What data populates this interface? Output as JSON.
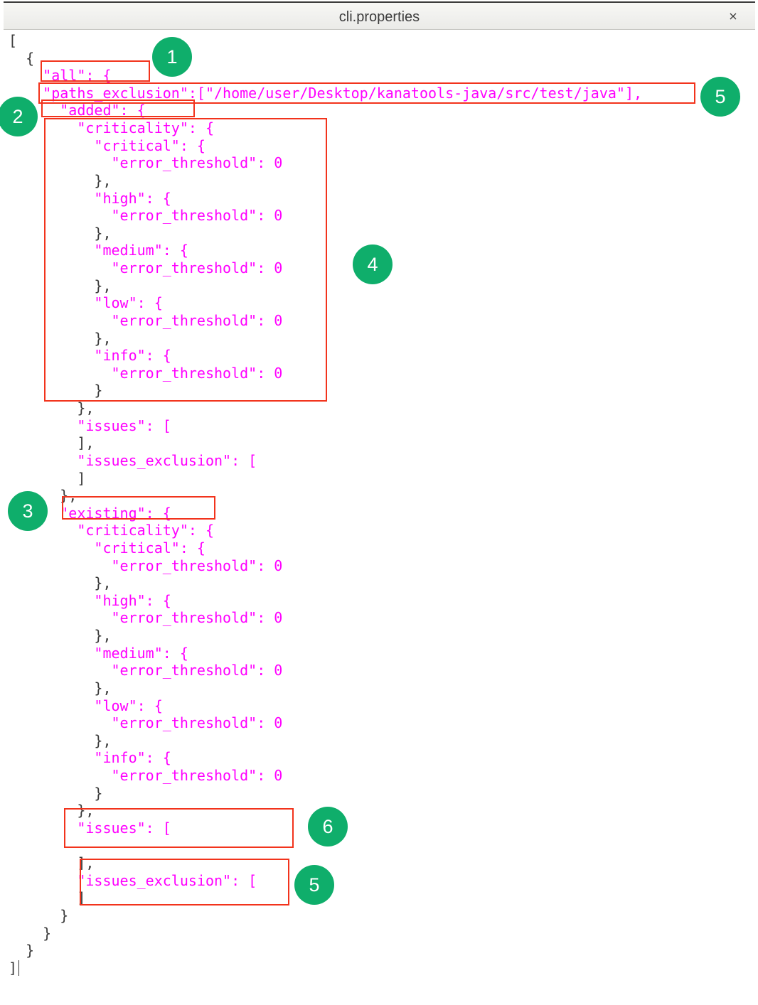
{
  "window": {
    "title": "cli.properties",
    "close_glyph": "×"
  },
  "code_lines": [
    "[",
    "  {",
    "    \"all\": {",
    "    \"paths_exclusion\":[\"/home/user/Desktop/kanatools-java/src/test/java\"],",
    "      \"added\": {",
    "        \"criticality\": {",
    "          \"critical\": {",
    "            \"error_threshold\": 0",
    "          },",
    "          \"high\": {",
    "            \"error_threshold\": 0",
    "          },",
    "          \"medium\": {",
    "            \"error_threshold\": 0",
    "          },",
    "          \"low\": {",
    "            \"error_threshold\": 0",
    "          },",
    "          \"info\": {",
    "            \"error_threshold\": 0",
    "          }",
    "        },",
    "        \"issues\": [",
    "        ],",
    "        \"issues_exclusion\": [",
    "        ]",
    "      },",
    "      \"existing\": {",
    "        \"criticality\": {",
    "          \"critical\": {",
    "            \"error_threshold\": 0",
    "          },",
    "          \"high\": {",
    "            \"error_threshold\": 0",
    "          },",
    "          \"medium\": {",
    "            \"error_threshold\": 0",
    "          },",
    "          \"low\": {",
    "            \"error_threshold\": 0",
    "          },",
    "          \"info\": {",
    "            \"error_threshold\": 0",
    "          }",
    "        },",
    "        \"issues\": [",
    "",
    "        ],",
    "        \"issues_exclusion\": [",
    "        ]",
    "      }",
    "    }",
    "  }",
    "]"
  ],
  "badges": [
    "1",
    "5",
    "2",
    "4",
    "3",
    "6",
    "5"
  ],
  "colors": {
    "key_text": "#ff00ff",
    "punctuation": "#3a3a3a",
    "highlight_box": "#f2331c",
    "badge": "#0fae6b"
  }
}
